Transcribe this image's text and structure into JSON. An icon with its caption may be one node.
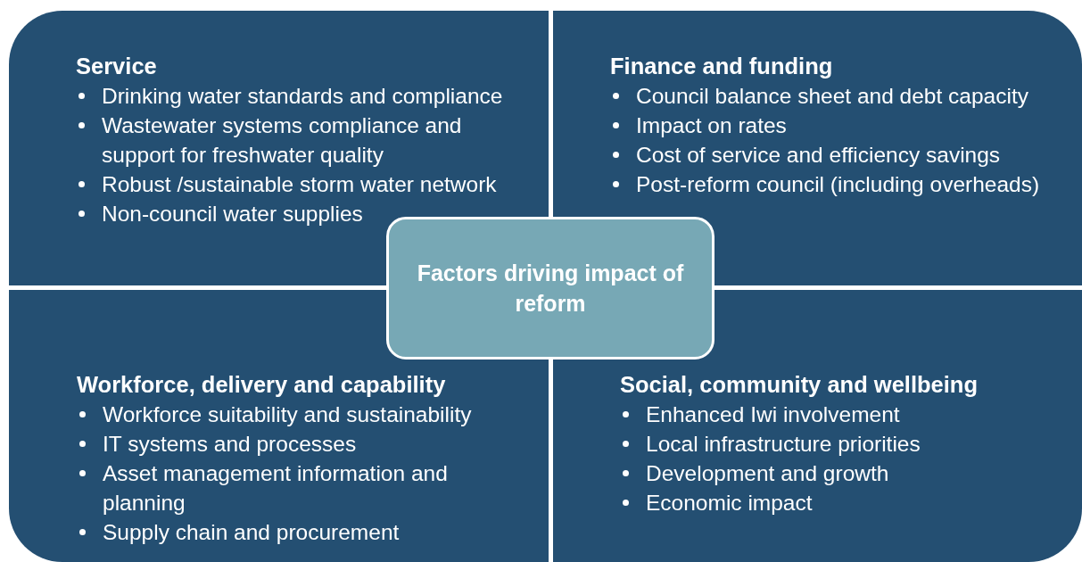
{
  "diagram": {
    "nodes": [
      {
        "text": [
          "Service",
          "Drinking water standards and compliance",
          "Wastewater systems compliance and support for freshwater quality",
          "Robust /sustainable storm water network",
          "Non-council water supplies"
        ]
      },
      {
        "text": [
          "Finance and funding",
          "Council balance sheet and debt capacity",
          "Impact on rates",
          "Cost of service and efficiency savings",
          "Post-reform council (including overheads)"
        ]
      },
      {
        "text": [
          "Factors driving impact of reform"
        ]
      },
      {
        "text": [
          "Workforce, delivery and capability",
          "Workforce suitability and sustainability",
          "IT systems and processes",
          "Asset management information and planning",
          "Supply chain and procurement"
        ]
      },
      {
        "text": [
          "Social, community and wellbeing",
          "Enhanced Iwi involvement",
          "Local infrastructure priorities",
          "Development and growth",
          "Economic impact"
        ]
      }
    ]
  }
}
